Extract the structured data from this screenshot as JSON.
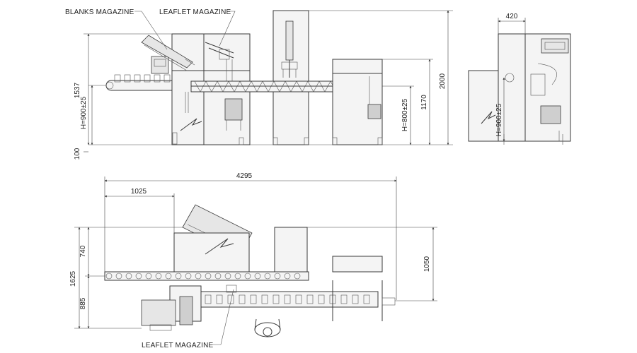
{
  "labels": {
    "blanks_magazine": "BLANKS MAGAZINE",
    "leaflet_magazine_top": "LEAFLET MAGAZINE",
    "leaflet_magazine_bottom": "LEAFLET MAGAZINE"
  },
  "dimensions": {
    "front_height_total": "2000",
    "front_height_1537": "1537",
    "front_h_900": "H=900±25",
    "front_100": "100",
    "front_h_800": "H=800±25",
    "front_1170": "1170",
    "side_width_420": "420",
    "side_h_900": "H=900±25",
    "plan_length_4295": "4295",
    "plan_1025": "1025",
    "plan_1625": "1625",
    "plan_740": "740",
    "plan_885": "885",
    "plan_1050": "1050"
  },
  "colors": {
    "line": "#3a3a3a",
    "fill_light": "#f4f4f4",
    "fill_mid": "#e6e6e6",
    "fill_dark": "#cfcfcf"
  }
}
